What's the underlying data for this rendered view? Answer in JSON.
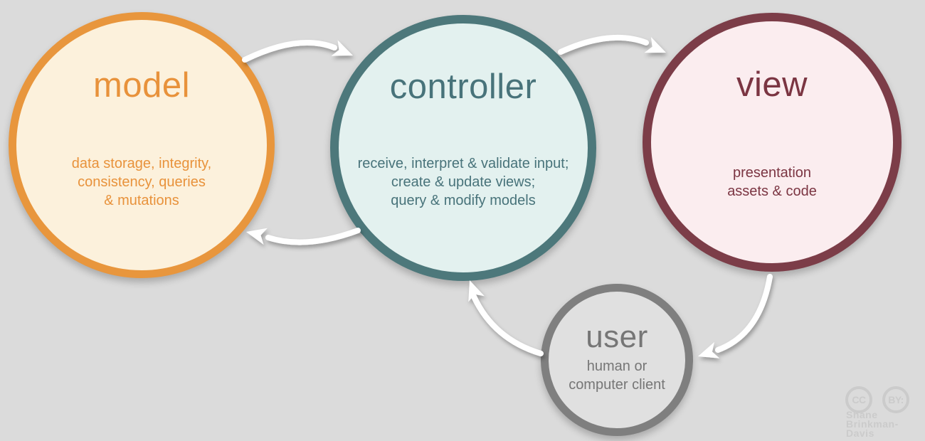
{
  "diagram": {
    "background_color": "#dbdbdb",
    "arrow_color": "#ffffff",
    "nodes": [
      {
        "id": "model",
        "title": "model",
        "lines": [
          "data storage, integrity,",
          "consistency, queries",
          "& mutations"
        ],
        "border_color": "#e8963d",
        "fill_color": "#fcf1dc",
        "text_color": "#e8923b"
      },
      {
        "id": "controller",
        "title": "controller",
        "lines": [
          "receive, interpret & validate input;",
          "create & update views;",
          "query & modify models"
        ],
        "border_color": "#4d787b",
        "fill_color": "#e3f1ef",
        "text_color": "#48737a"
      },
      {
        "id": "view",
        "title": "view",
        "lines": [
          "presentation",
          "assets & code"
        ],
        "border_color": "#7c3d48",
        "fill_color": "#fbedef",
        "text_color": "#7b3542"
      },
      {
        "id": "user",
        "title": "user",
        "lines": [
          "human or",
          "computer client"
        ],
        "border_color": "#7f7f7f",
        "fill_color": "#e0e0e0",
        "text_color": "#767676"
      }
    ],
    "edges": [
      {
        "from": "model",
        "to": "controller"
      },
      {
        "from": "controller",
        "to": "view"
      },
      {
        "from": "controller",
        "to": "model"
      },
      {
        "from": "view",
        "to": "user"
      },
      {
        "from": "user",
        "to": "controller"
      }
    ],
    "attribution": {
      "badge1": "CC",
      "badge2": "BY:",
      "author_line1": "Shane",
      "author_line2": "Brinkman-Davis",
      "color": "#cbcbcb"
    }
  }
}
